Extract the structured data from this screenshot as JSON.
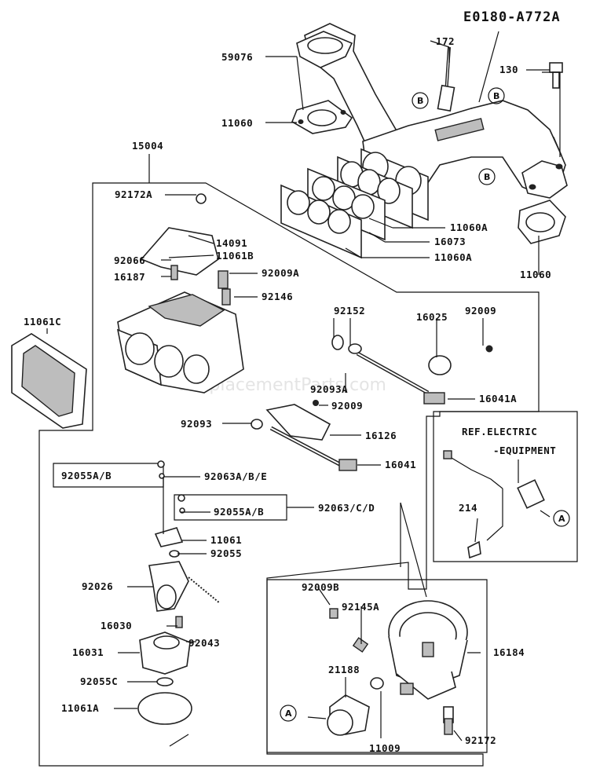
{
  "diagram_code": "E0180-A772A",
  "watermark": "eReplacementParts.com",
  "ref_note": {
    "line1": "REF.ELECTRIC",
    "line2": "-EQUIPMENT"
  },
  "part_labels": {
    "p172": "172",
    "p59076": "59076",
    "p130": "130",
    "p11060_top": "11060",
    "p15004": "15004",
    "p92172A": "92172A",
    "p11060A_a": "11060A",
    "p14091": "14091",
    "p16073": "16073",
    "p11061B": "11061B",
    "p11060A_b": "11060A",
    "p92066": "92066",
    "p16187": "16187",
    "p92009A": "92009A",
    "p11060_right": "11060",
    "p92146": "92146",
    "p11061C": "11061C",
    "p92152": "92152",
    "p16025": "16025",
    "p92009_a": "92009",
    "p92093A": "92093A",
    "p92009_b": "92009",
    "p16041A": "16041A",
    "p92093": "92093",
    "p16126": "16126",
    "p16041": "16041",
    "p92055AB_a": "92055A/B",
    "p92063ABE": "92063A/B/E",
    "p92055AB_b": "92055A/B",
    "p92063CD": "92063/C/D",
    "p11061": "11061",
    "p92055": "92055",
    "p92026": "92026",
    "p214": "214",
    "p16030": "16030",
    "p92043": "92043",
    "p16031": "16031",
    "p92055C": "92055C",
    "p11061A": "11061A",
    "p92009B": "92009B",
    "p92145A": "92145A",
    "p16184": "16184",
    "p21188": "21188",
    "p11009": "11009",
    "p92172": "92172"
  },
  "callouts": {
    "b1": "B",
    "b2": "B",
    "b3": "B",
    "a1": "A",
    "a2": "A"
  }
}
